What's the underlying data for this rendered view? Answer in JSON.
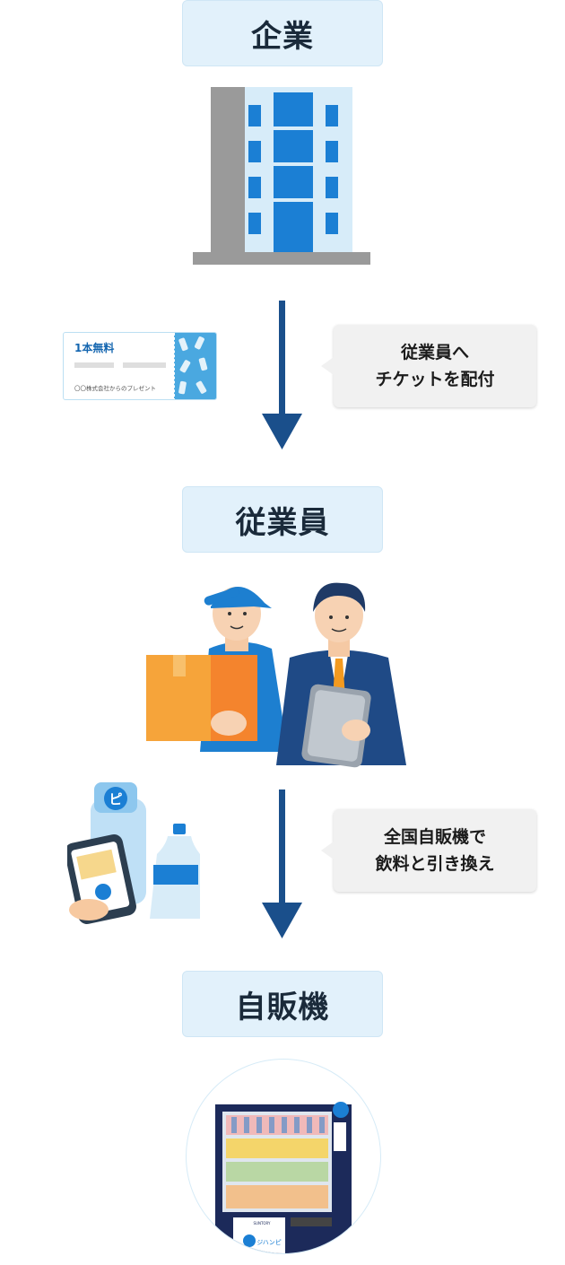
{
  "stages": {
    "company": "企業",
    "employee": "従業員",
    "vending": "自販機"
  },
  "steps": {
    "step1_line1": "従業員へ",
    "step1_line2": "チケットを配付",
    "step2_line1": "全国自販機で",
    "step2_line2": "飲料と引き換え"
  },
  "ticket": {
    "title": "1本無料",
    "subtitle": "〇〇株式会社からのプレゼント"
  },
  "vending_panel": {
    "brand": "SUNTORY",
    "label": "ジハンピ"
  },
  "colors": {
    "label_bg": "#e2f1fb",
    "arrow": "#1a4f8b",
    "building_blue": "#1b7fd4",
    "bubble_bg": "#f1f1f1"
  }
}
